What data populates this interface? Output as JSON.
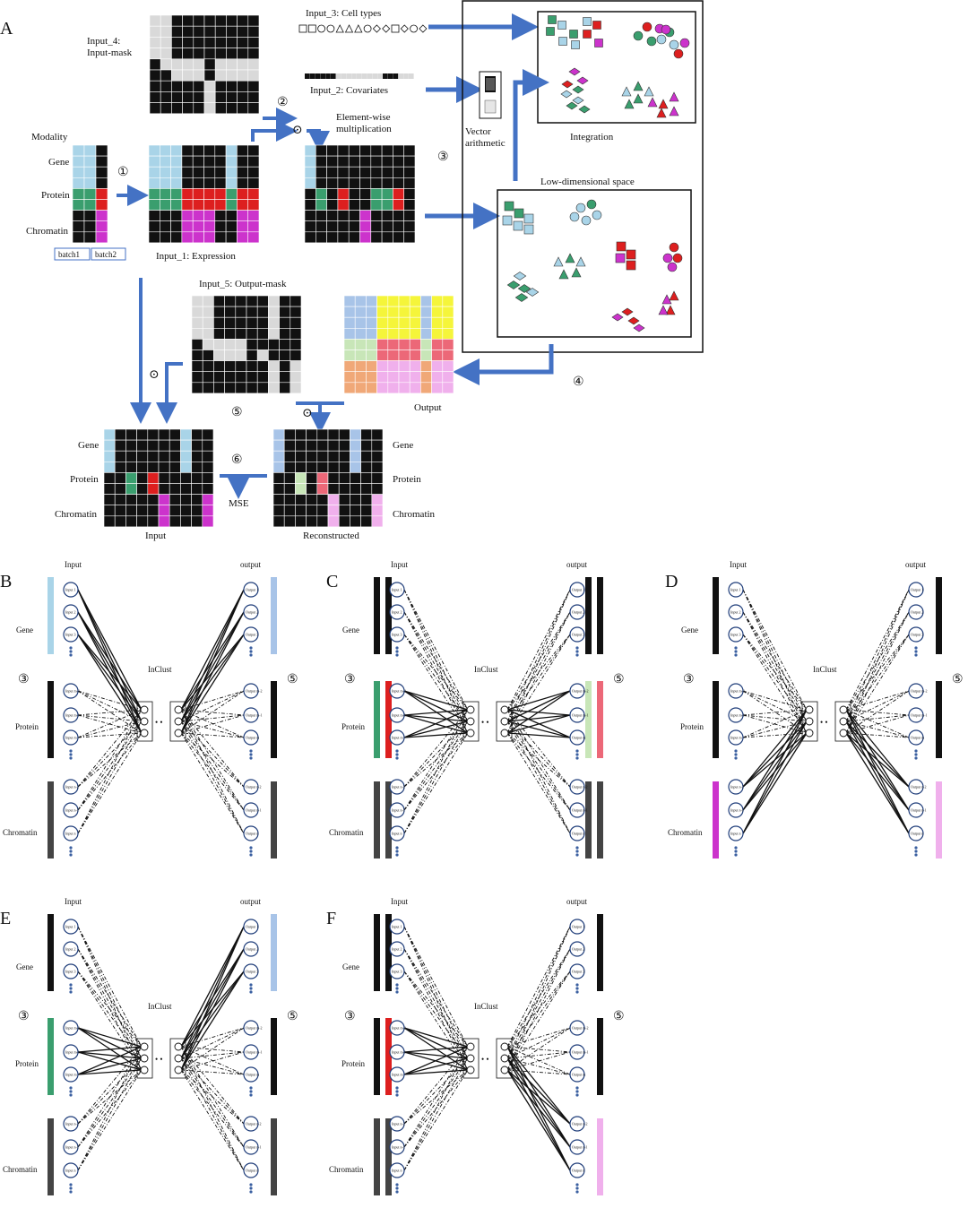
{
  "panels": [
    "A",
    "B",
    "C",
    "D",
    "E",
    "F"
  ],
  "panelA": {
    "input4": [
      "Input_4:",
      "Input-mask"
    ],
    "input3": "Input_3: Cell types",
    "input2": "Input_2: Covariates",
    "element_wise": [
      "Element-wise",
      "multiplication"
    ],
    "modality": "Modality",
    "gene": "Gene",
    "protein": "Protein",
    "chromatin": "Chromatin",
    "batch1": "batch1",
    "batch2": "batch2",
    "input1": "Input_1: Expression",
    "vector_arith": [
      "Vector",
      "arithmetic"
    ],
    "integration": "Integration",
    "lowdim": "Low-dimensional space",
    "input5": "Input_5: Output-mask",
    "output": "Output",
    "mse": "MSE",
    "input_label": "Input",
    "reconstructed": "Reconstructed",
    "odot": "⊙",
    "steps": [
      "①",
      "②",
      "③",
      "④",
      "⑤",
      "⑥"
    ],
    "shapes_sequence": "□□○○△△△○◇◇□◇○◇"
  },
  "network": {
    "input": "Input",
    "output": "output",
    "inclust": "InClust",
    "gene": "Gene",
    "protein": "Protein",
    "chromatin": "Chromatin",
    "step_in": "③",
    "step_out": "⑤",
    "ellipsis": "• •",
    "in_nodes": [
      "Input 1",
      "Input 2",
      "Input 3",
      "Input m-2",
      "Input m-1",
      "Input m",
      "Input n-2",
      "Input n-1",
      "Input n"
    ],
    "out_nodes": [
      "Output 1",
      "Output 2",
      "Output 3",
      "Output m-2",
      "Output m-1",
      "Output m",
      "Output n-2",
      "Output n-1",
      "Output n"
    ]
  },
  "colors": {
    "gene": "#a9d4e8",
    "gene_out": "#a8c4e8",
    "protein_green": "#3a9e6e",
    "protein_red": "#dd1f1f",
    "chromatin": "#cc33cc",
    "chromatin_out": "#f0b0ec",
    "arrow": "#4472c4",
    "yellow": "#f5f53a",
    "lightgreen": "#c8e6b8",
    "salmon": "#f0a878",
    "pinkred": "#ec6878",
    "pink": "#f0b0ec",
    "dark": "#111111",
    "gray": "#d9d9d9",
    "bargray": "#444444"
  }
}
